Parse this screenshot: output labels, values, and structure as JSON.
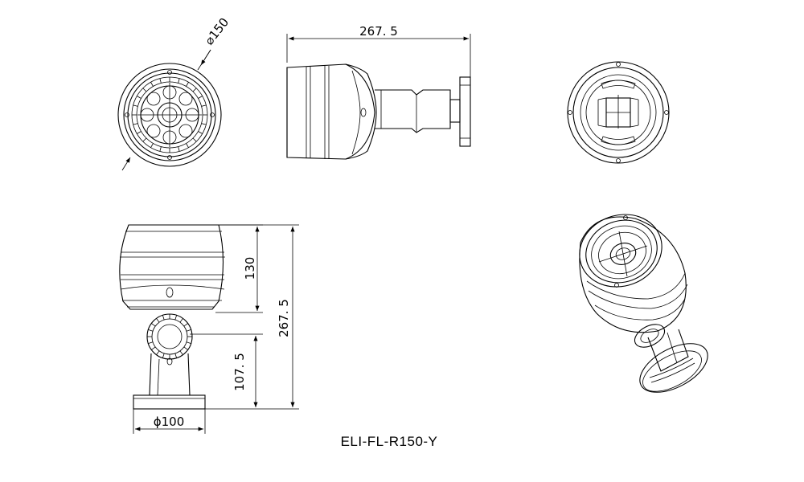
{
  "model_label": "ELI-FL-R150-Y",
  "dimensions": {
    "front_diameter": "⌀150",
    "top_length": "267. 5",
    "body_height": "130",
    "total_height": "267. 5",
    "bracket_height": "107. 5",
    "base_diameter": "ϕ100"
  },
  "views": [
    "front-view",
    "top-view",
    "rear-view",
    "side-view",
    "isometric-view"
  ]
}
